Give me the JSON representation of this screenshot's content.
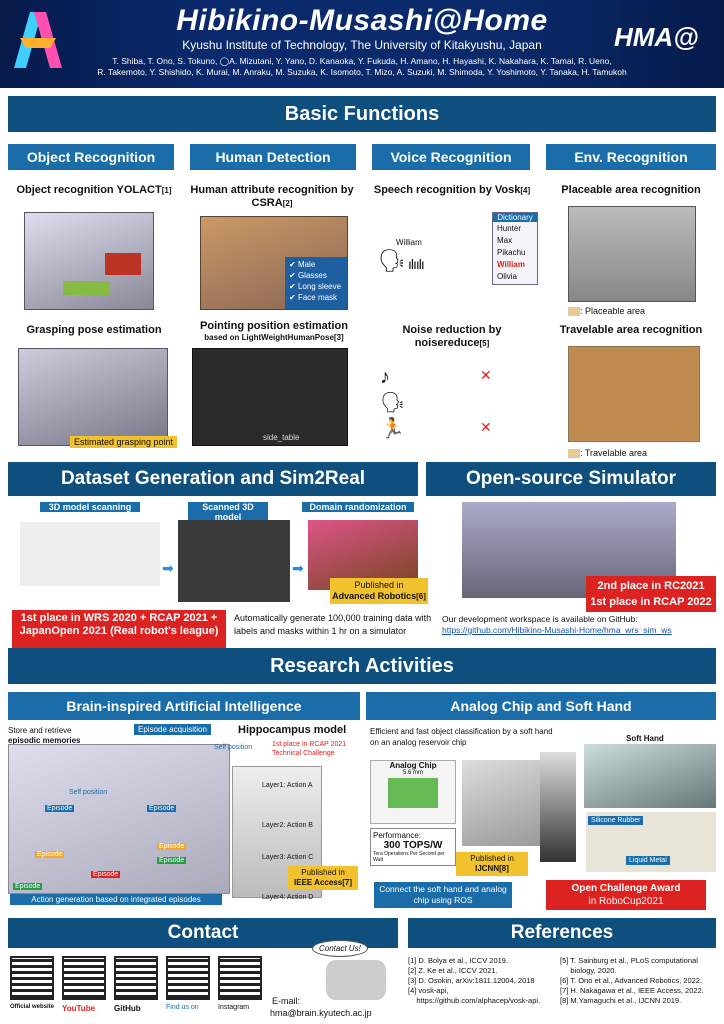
{
  "header": {
    "title": "Hibikino-Musashi@Home",
    "affiliation": "Kyushu Institute of Technology, The University of Kitakyushu, Japan",
    "authors_line1": "T. Shiba, T. Ono, S. Tokuno, ◯A. Mizutani, Y. Yano, D. Kanaoka, Y. Fukuda, H. Amano, H. Hayashi, K. Nakahara, K. Tamai, R. Ueno,",
    "authors_line2": "R. Takemoto, Y. Shishido, K. Murai, M. Anraku, M. Suzuka, K. Isomoto, T. Mizo, A. Suzuki, M. Shimoda, Y. Yoshimoto, Y. Tanaka, H. Tamukoh",
    "logo_right": "HMA@"
  },
  "basic": {
    "title": "Basic Functions",
    "obj": {
      "head": "Object Recognition",
      "l1": "Object recognition YOLACT",
      "r1": "[1]",
      "l2": "Grasping pose estimation",
      "tag": "Estimated grasping point"
    },
    "human": {
      "head": "Human Detection",
      "l1": "Human attribute recognition by CSRA",
      "r1": "[2]",
      "attrs": [
        "Male",
        "Glasses",
        "Long sleeve",
        "Face mask"
      ],
      "l2": "Pointing position estimation",
      "l3": "based on LightWeightHumanPose",
      "r3": "[3]",
      "side_table": "side_table"
    },
    "voice": {
      "head": "Voice Recognition",
      "l1": "Speech recognition by Vosk",
      "r1": "[4]",
      "william": "William",
      "dict_title": "Dictionary",
      "dict": [
        "Hunter",
        "Max",
        "Pikachu",
        "William",
        "Olivia"
      ],
      "l2": "Noise reduction by noisereduce",
      "r2": "[5]"
    },
    "env": {
      "head": "Env. Recognition",
      "l1": "Placeable area recognition",
      "leg1": ": Placeable area",
      "l2": "Travelable area recognition",
      "leg2": ": Travelable area"
    }
  },
  "dataset": {
    "title": "Dataset Generation and Sim2Real",
    "s1": "3D model scanning",
    "s2": "Scanned 3D model",
    "s3": "Domain randomization",
    "pub": "Published in",
    "pub2": "Advanced Robotics",
    "pubref": "[6]",
    "award": "1st place in WRS 2020 + RCAP 2021 + JapanOpen 2021 (Real robot's league)",
    "auto": "Automatically generate 100,000 training data with labels and masks within 1 hr on a simulator"
  },
  "sim": {
    "title": "Open-source Simulator",
    "award1": "2nd place in RC2021",
    "award2": "1st place in RCAP 2022",
    "dev": "Our development workspace is available on GitHub:",
    "link": "https://github.com/Hibikino-Musashi-Home/hma_wrs_sim_ws"
  },
  "research": {
    "title": "Research Activities",
    "brain": {
      "head": "Brain-inspired Artificial Intelligence",
      "store": "Store and retrieve",
      "episodic": "episodic memories",
      "acq": "Episode acquisition",
      "hippo": "Hippocampus model",
      "self": "Self position",
      "self2": "Self position",
      "rcap": "1st place in RCAP 2021 Technical Challenge",
      "episode": "Episode",
      "layers": [
        "Layer1: Action A",
        "Layer2: Action B",
        "Layer3: Action C",
        "Layer4: Action D"
      ],
      "pub": "Published in",
      "pub2": "IEEE Access",
      "pubref": "[7]",
      "gen": "Action generation based on integrated episodes"
    },
    "analog": {
      "head": "Analog Chip and Soft Hand",
      "desc": "Efficient and fast object classification by a soft hand on an analog reservoir chip",
      "chip": "Analog Chip",
      "dim1": "5.6 mm",
      "perf": "Performance:",
      "tops": "300 TOPS/W",
      "tops_note": "Tera Operations Per Second per Watt",
      "soft": "Soft Hand",
      "rubber": "Silicone Rubber",
      "metal": "Liquid Metal",
      "pub": "Published in",
      "pub2": "IJCNN",
      "pubref": "[8]",
      "connect": "Connect the soft hand and analog chip using ROS",
      "award": "Open Challenge Award",
      "award2": "in RoboCup2021"
    }
  },
  "contact": {
    "title": "Contact",
    "labels": [
      "Official website",
      "YouTube",
      "GitHub",
      "Find us on",
      "Instagram"
    ],
    "bubble": "Contact Us!",
    "email_label": "E-mail:",
    "email": "hma@brain.kyutech.ac.jp"
  },
  "refs": {
    "title": "References",
    "left": [
      "[1] D. Bolya et al., ICCV 2019.",
      "[2] Z. Ke et al., ICCV 2021.",
      "[3] D. Osokin, arXiv:1811.12004, 2018",
      "[4] vosk-api,",
      "    https://github.com/alphacep/vosk-api."
    ],
    "right": [
      "[5] T. Sainburg et al., PLoS computational",
      "     biology, 2020.",
      "[6] T. Ono et al., Advanced Robotics, 2022.",
      "[7] H. Nakagawa et al., IEEE Access, 2022.",
      "[8] M.Yamaguchi et al., IJCNN 2019."
    ]
  },
  "colors": {
    "navy": "#0b2a6e",
    "banner": "#0e4f7e",
    "sub": "#1a6da8",
    "red": "#d22222",
    "gold": "#f2c12e"
  }
}
